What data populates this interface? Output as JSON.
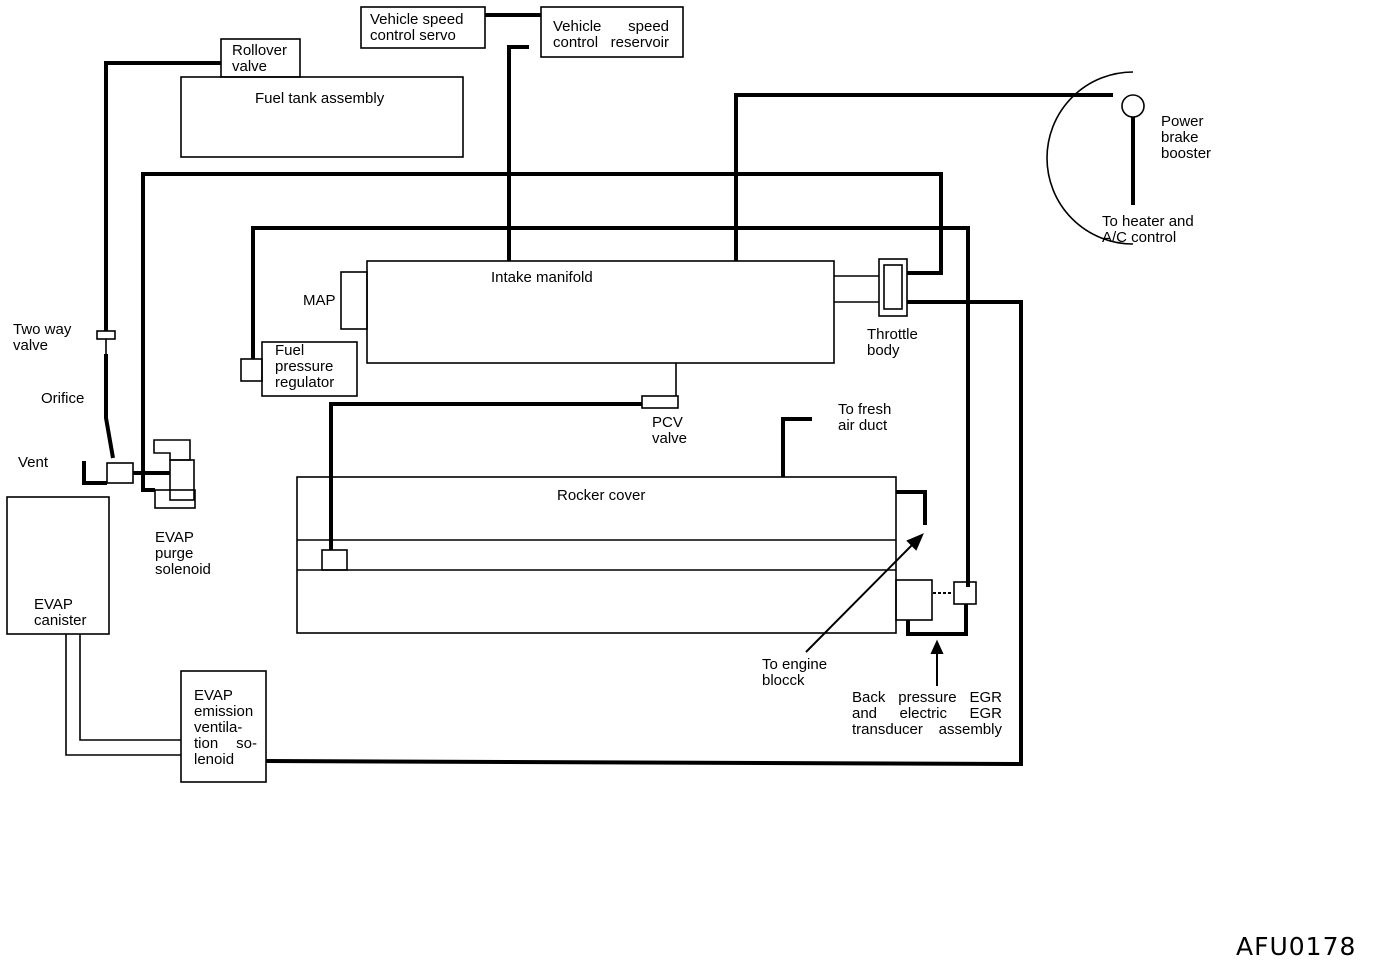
{
  "labels": {
    "speed_servo": "Vehicle speed\ncontrol servo",
    "speed_reservoir": "Vehicle    speed\ncontrol reservoir",
    "rollover_valve": "Rollover\nvalve",
    "fuel_tank": "Fuel tank assembly",
    "power_brake": "Power\nbrake\nbooster",
    "heater_ac": "To heater and\nA/C control",
    "intake_manifold": "Intake manifold",
    "map": "MAP",
    "throttle_body": "Throttle\nbody",
    "two_way_valve": "Two way\nvalve",
    "fuel_regulator": "Fuel\npressure\nregulator",
    "orifice": "Orifice",
    "vent": "Vent",
    "pcv_valve": "PCV\nvalve",
    "fresh_air": "To fresh\nair duct",
    "rocker_cover": "Rocker cover",
    "evap_purge": "EVAP\npurge\nsolenoid",
    "evap_canister": "EVAP\ncanister",
    "engine_block": "To engine\nblocck",
    "egr_assembly": "Back  pressure  EGR\nand    electric    EGR\ntransducer assembly",
    "evap_emission": "EVAP\nemission\nventila-\ntion    so-\nlenoid"
  },
  "figure_code": "AFU0178"
}
